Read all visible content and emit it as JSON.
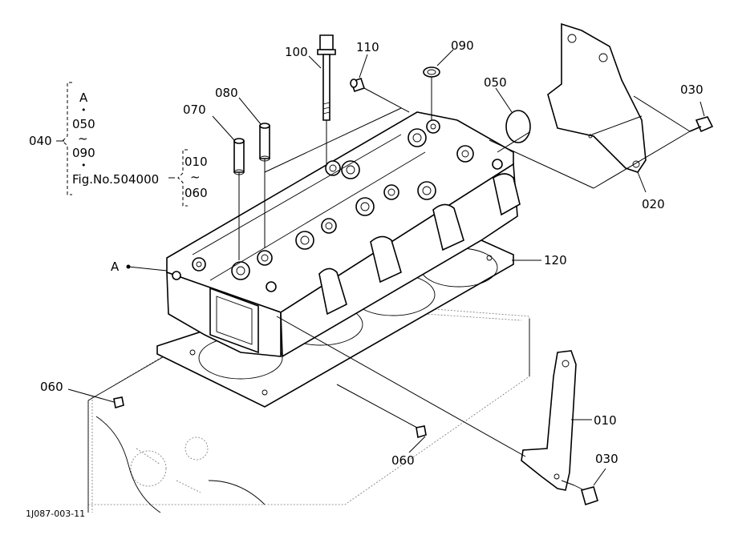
{
  "callouts": {
    "c100": "100",
    "c110": "110",
    "c090": "090",
    "c050": "050",
    "c030_top": "030",
    "c080": "080",
    "c070": "070",
    "c020": "020",
    "c120": "120",
    "c060_left": "060",
    "c060_bottom": "060",
    "c010": "010",
    "c030_bottom": "030",
    "refA": "A"
  },
  "bracket": {
    "outer_label": "040",
    "line1": "A",
    "dot1": "•",
    "line2": "050",
    "tilde1": "~",
    "line3": "090",
    "dot2": "•",
    "line4": "Fig.No.504000",
    "inner_line1": "010",
    "inner_tilde": "~",
    "inner_line2": "060"
  },
  "figure_id": "1J087-003-11"
}
